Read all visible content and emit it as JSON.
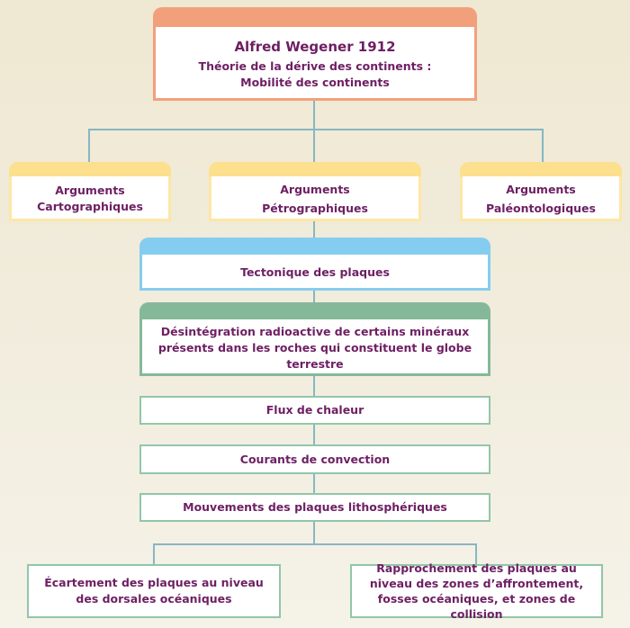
{
  "diagram": {
    "root": {
      "title": "Alfred Wegener 1912",
      "subtitle": "Théorie de la dérive des continents : Mobilité des continents",
      "cap_color": "#f2a07c"
    },
    "arguments": [
      {
        "line1": "Arguments",
        "line2": "Cartographiques"
      },
      {
        "line1": "Arguments",
        "line2": "Pétrographiques"
      },
      {
        "line1": "Arguments",
        "line2": "Paléontologiques"
      }
    ],
    "arguments_cap_color": "#fde08e",
    "tectonique": {
      "label": "Tectonique des plaques",
      "cap_color": "#85cdf0"
    },
    "desintegration": {
      "label": "Désintégration radioactive de certains minéraux présents dans les roches qui constituent le globe terrestre",
      "cap_color": "#85b899"
    },
    "flux": {
      "label": "Flux de chaleur"
    },
    "courants": {
      "label": "Courants de convection"
    },
    "mouvements": {
      "label": "Mouvements des plaques lithosphériques"
    },
    "outcomes": [
      {
        "label": "Écartement des plaques au niveau des dorsales océaniques"
      },
      {
        "label": "Rapprochement des plaques au niveau des zones d’affrontement, fosses océaniques, et zones de collision"
      }
    ],
    "text_color": "#6e1f63",
    "connector_color": "#86b7c3"
  }
}
